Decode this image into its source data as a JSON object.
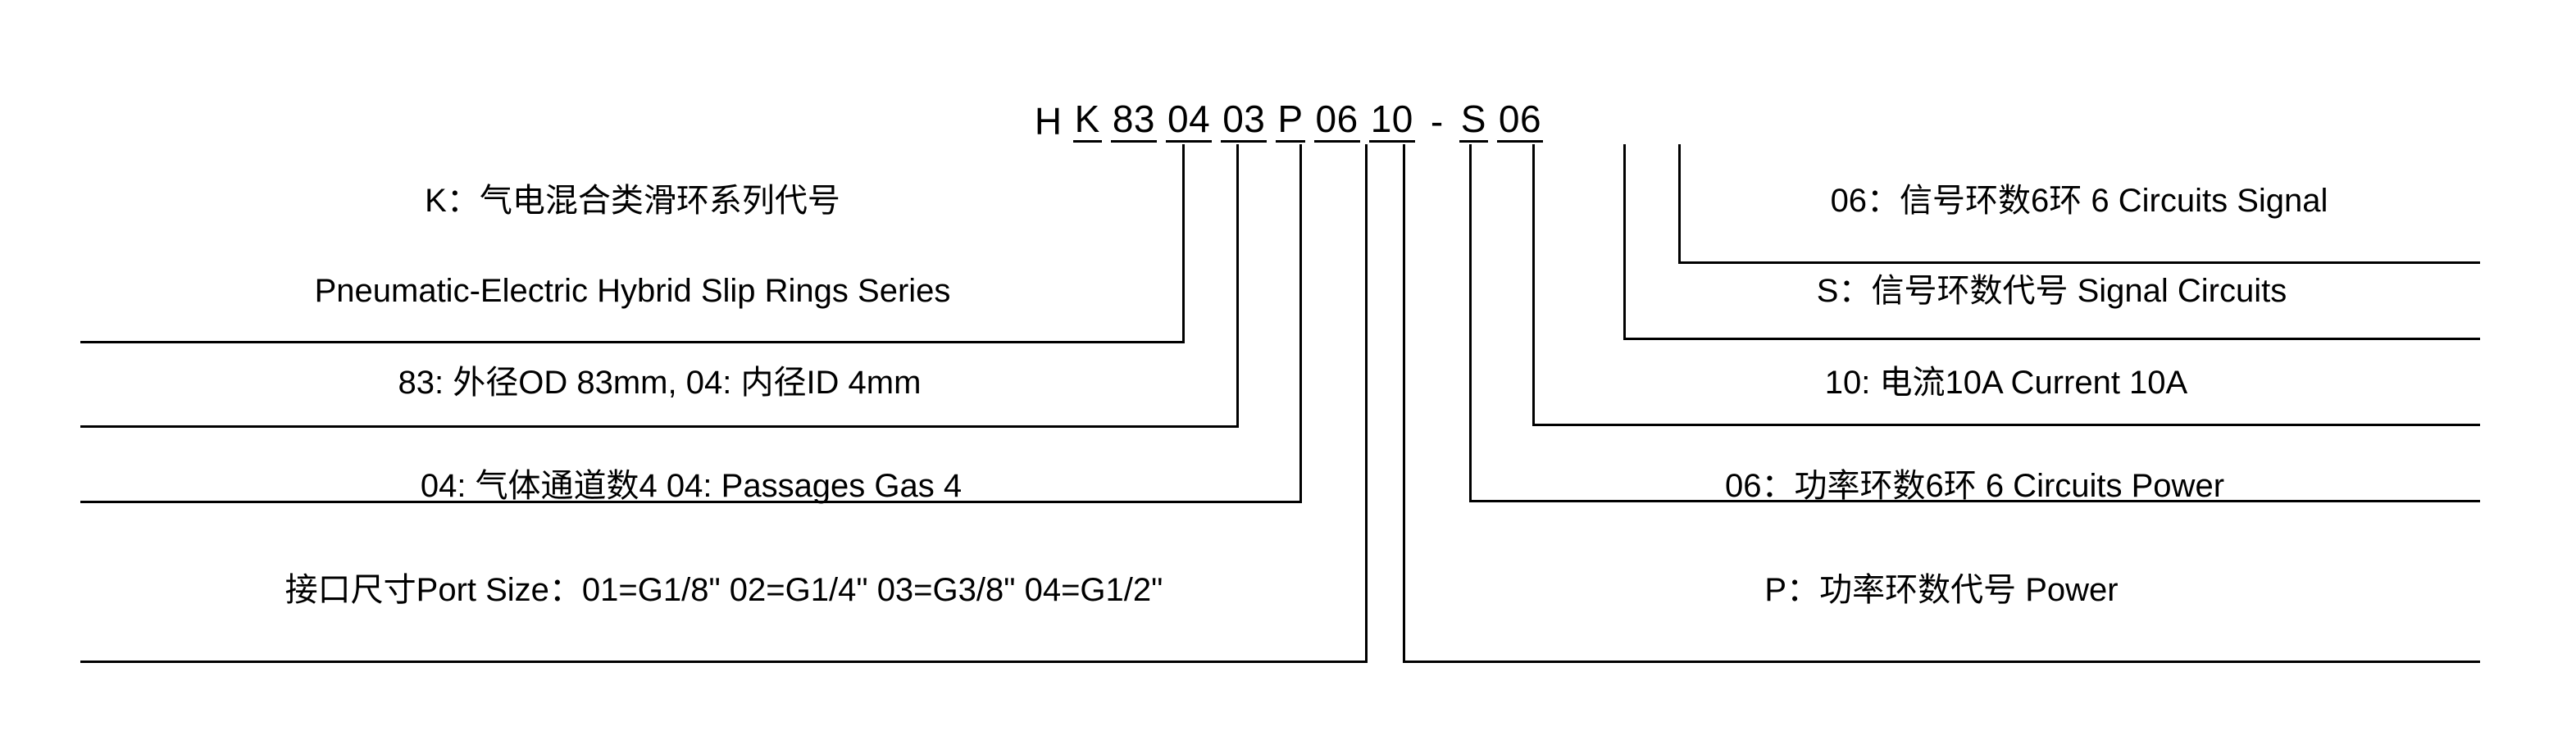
{
  "diagram": {
    "title": "Pneumatic-Electric Hybrid Slip Ring Part Number Designation",
    "line_color": "#000000",
    "background": "#ffffff"
  },
  "part_number": {
    "full": "HK 83 04 03 P 06 10 - S 06",
    "segments": [
      {
        "key": "prefix",
        "text": "H",
        "underlined": false,
        "has_tick": false
      },
      {
        "key": "series",
        "text": "K",
        "underlined": true,
        "has_tick": true
      },
      {
        "key": "od",
        "text": "83",
        "underlined": true,
        "has_tick": true
      },
      {
        "key": "id",
        "text": "04",
        "underlined": true,
        "has_tick": true
      },
      {
        "key": "gas_passages",
        "text": "03",
        "underlined": true,
        "has_tick": true
      },
      {
        "key": "power_code",
        "text": "P",
        "underlined": true,
        "has_tick": true
      },
      {
        "key": "power_circuits",
        "text": "06",
        "underlined": true,
        "has_tick": true
      },
      {
        "key": "current",
        "text": "10",
        "underlined": true,
        "has_tick": true
      },
      {
        "key": "dash",
        "text": "-",
        "underlined": false,
        "has_tick": false
      },
      {
        "key": "signal_code",
        "text": "S",
        "underlined": true,
        "has_tick": true
      },
      {
        "key": "signal_circuits",
        "text": "06",
        "underlined": true,
        "has_tick": true
      }
    ]
  },
  "left_callouts": [
    {
      "id": "series-code",
      "line1": "K：气电混合类滑环系列代号",
      "line2": "Pneumatic-Electric Hybrid Slip Rings Series"
    },
    {
      "id": "diameters",
      "line1": "83: 外径OD 83mm, 04: 内径ID 4mm",
      "line2": ""
    },
    {
      "id": "gas-passages",
      "line1": "04: 气体通道数4  04: Passages Gas 4",
      "line2": ""
    },
    {
      "id": "port-size",
      "line1": "接口尺寸Port Size：01=G1/8\" 02=G1/4\" 03=G3/8\" 04=G1/2\"",
      "line2": ""
    }
  ],
  "right_callouts": [
    {
      "id": "signal-circuits",
      "line1": "06：信号环数6环 6 Circuits Signal"
    },
    {
      "id": "signal-code",
      "line1": "S：信号环数代号 Signal Circuits"
    },
    {
      "id": "current",
      "line1": "10: 电流10A  Current 10A"
    },
    {
      "id": "power-circuits",
      "line1": "06：功率环数6环  6 Circuits Power"
    },
    {
      "id": "power-code",
      "line1": "P：功率环数代号 Power"
    }
  ]
}
